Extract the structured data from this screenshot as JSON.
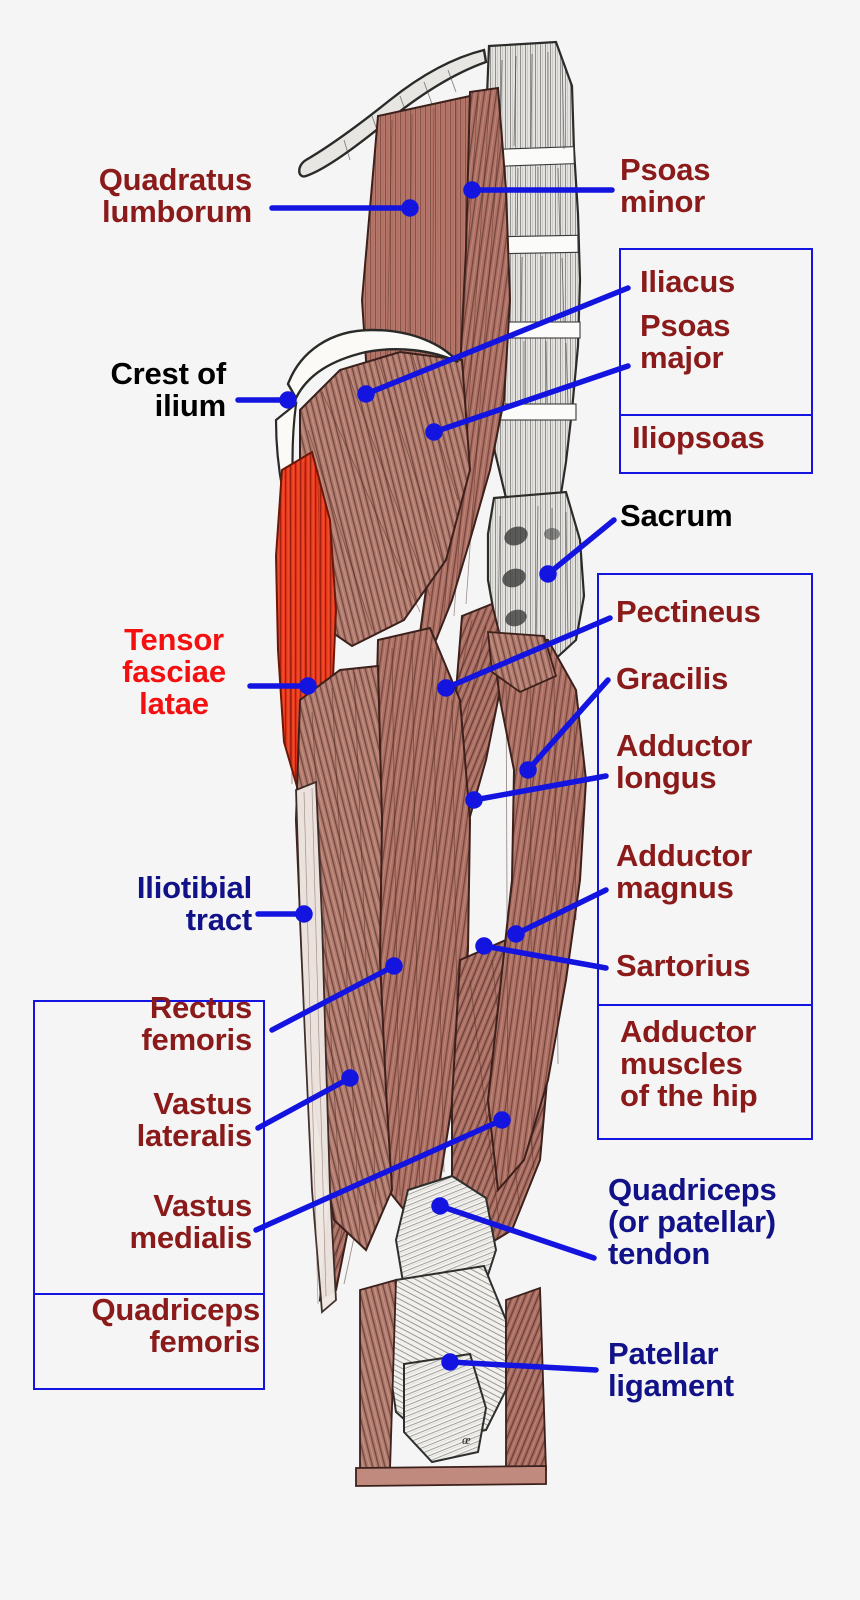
{
  "figure": {
    "title": "Anterior hip and thigh muscles — labelled anatomical plate",
    "background_color": "#f5f5f5",
    "leader_color": "#1414e0",
    "box_color": "#1414e0",
    "artist_mark": "œ"
  },
  "colors": {
    "maroon": "#8b1a1a",
    "black": "#000000",
    "bright_red": "#f41010",
    "navy": "#121288",
    "leader_blue": "#1414e0",
    "muscle_rose": "#b5776b",
    "muscle_highlight": "#e8371a",
    "bone_gray": "#d8d8d6",
    "tendon_white": "#f2f1ee"
  },
  "labels": {
    "quadratus_lumborum": "Quadratus\nlumborum",
    "crest_of_ilium": "Crest of\nilium",
    "tensor_fasciae_latae": "Tensor\nfasciae\nlatae",
    "iliotibial_tract": "Iliotibial\ntract",
    "rectus_femoris": "Rectus\nfemoris",
    "vastus_lateralis": "Vastus\nlateralis",
    "vastus_medialis": "Vastus\nmedialis",
    "quadriceps_femoris": "Quadriceps\nfemoris",
    "psoas_minor": "Psoas\nminor",
    "iliacus": "Iliacus",
    "psoas_major": "Psoas\nmajor",
    "iliopsoas": "Iliopsoas",
    "sacrum": "Sacrum",
    "pectineus": "Pectineus",
    "gracilis": "Gracilis",
    "adductor_longus": "Adductor\nlongus",
    "adductor_magnus": "Adductor\nmagnus",
    "sartorius": "Sartorius",
    "adductor_muscles_of_the_hip": "Adductor\nmuscles\nof the hip",
    "quadriceps_tendon": "Quadriceps\n(or patellar)\ntendon",
    "patellar_ligament": "Patellar\nligament"
  },
  "groups": {
    "iliopsoas_group": [
      "Iliacus",
      "Psoas major"
    ],
    "iliopsoas_group_name": "Iliopsoas",
    "adductor_group": [
      "Pectineus",
      "Gracilis",
      "Adductor longus",
      "Adductor magnus",
      "Sartorius"
    ],
    "adductor_group_name": "Adductor muscles of the hip",
    "quadriceps_group": [
      "Rectus femoris",
      "Vastus lateralis",
      "Vastus medialis"
    ],
    "quadriceps_group_name": "Quadriceps femoris"
  }
}
